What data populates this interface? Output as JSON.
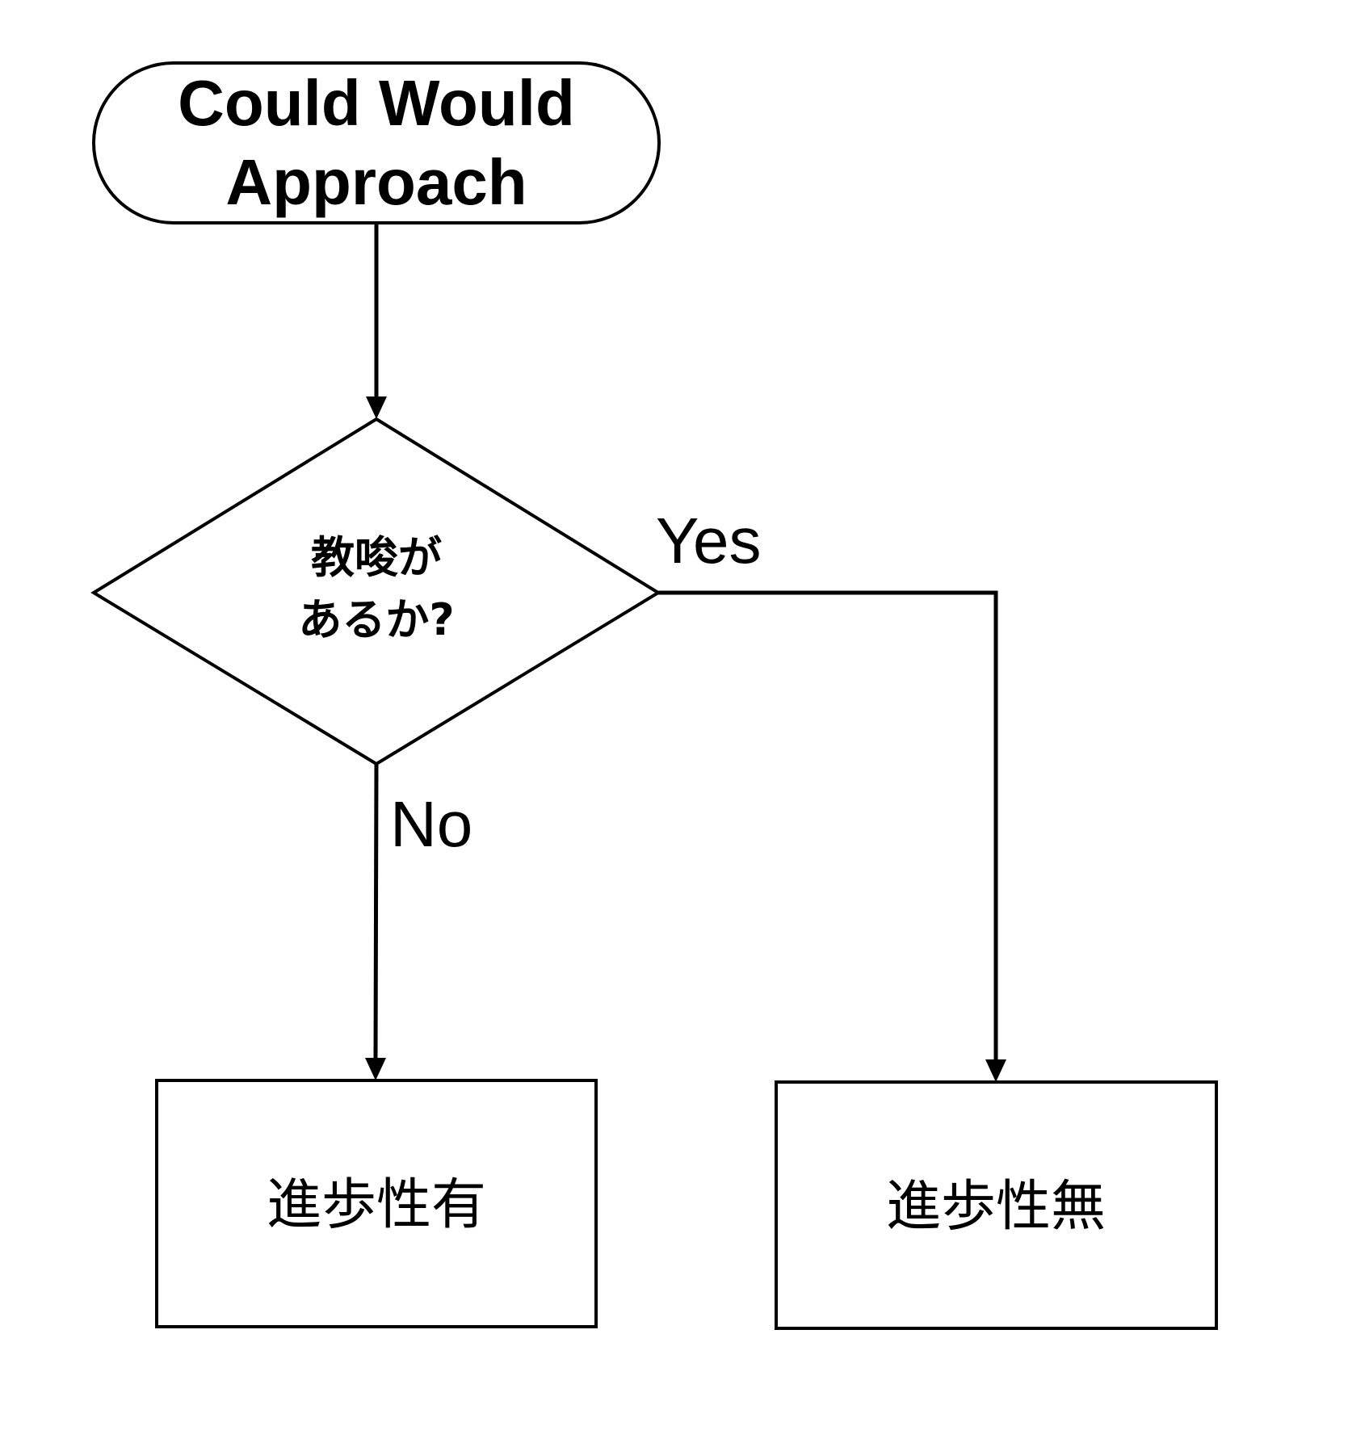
{
  "diagram": {
    "start": {
      "lines": [
        "Could Would",
        "Approach"
      ]
    },
    "decision": {
      "lines": [
        "教唆が",
        "あるか?"
      ]
    },
    "branches": {
      "yes_label": "Yes",
      "no_label": "No"
    },
    "outcomes": {
      "no_result": "進歩性有",
      "yes_result": "進歩性無"
    }
  },
  "colors": {
    "stroke": "#000000",
    "background": "#ffffff"
  }
}
